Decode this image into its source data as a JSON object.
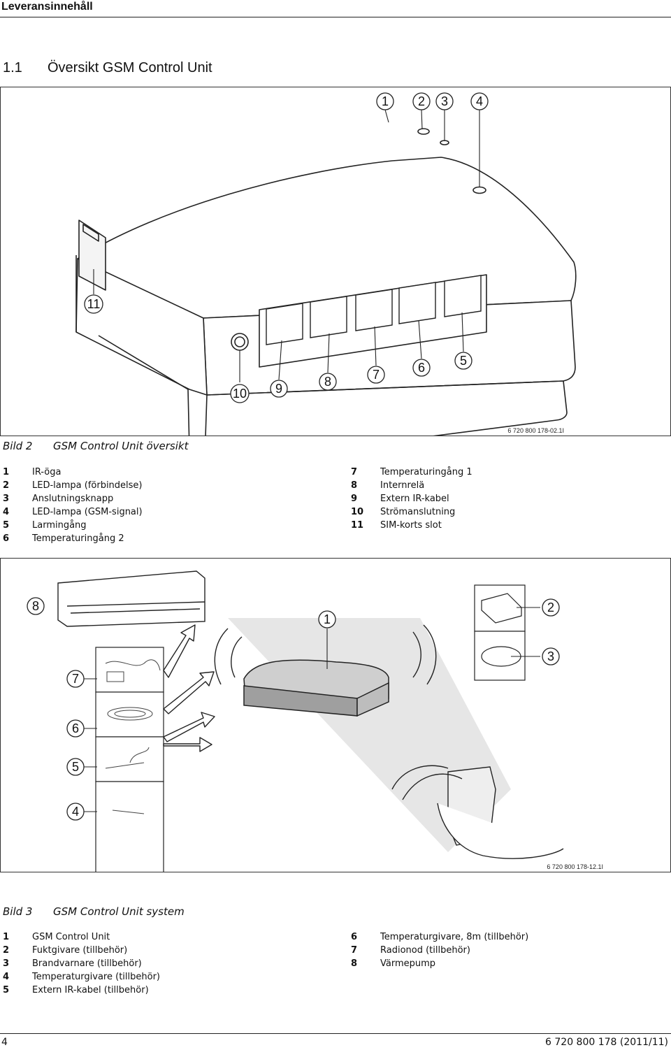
{
  "header": {
    "title": "Leveransinnehåll"
  },
  "section": {
    "number": "1.1",
    "title": "Översikt GSM Control Unit"
  },
  "figure1": {
    "code": "6 720 800 178-02.1I",
    "callouts": [
      "1",
      "2",
      "3",
      "4",
      "5",
      "6",
      "7",
      "8",
      "9",
      "10",
      "11"
    ],
    "caption_label": "Bild 2",
    "caption_text": "GSM Control Unit översikt",
    "legend_left": [
      {
        "n": "1",
        "text": "IR-öga"
      },
      {
        "n": "2",
        "text": "LED-lampa (förbindelse)"
      },
      {
        "n": "3",
        "text": "Anslutningsknapp"
      },
      {
        "n": "4",
        "text": "LED-lampa (GSM-signal)"
      },
      {
        "n": "5",
        "text": "Larmingång"
      },
      {
        "n": "6",
        "text": "Temperaturingång 2"
      }
    ],
    "legend_right": [
      {
        "n": "7",
        "text": "Temperaturingång 1"
      },
      {
        "n": "8",
        "text": "Internrelä"
      },
      {
        "n": "9",
        "text": "Extern IR-kabel"
      },
      {
        "n": "10",
        "text": "Strömanslutning"
      },
      {
        "n": "11",
        "text": "SIM-korts slot"
      }
    ]
  },
  "figure2": {
    "code": "6 720 800 178-12.1I",
    "callouts": [
      "1",
      "2",
      "3",
      "4",
      "5",
      "6",
      "7",
      "8"
    ],
    "caption_label": "Bild 3",
    "caption_text": "GSM Control Unit system",
    "legend_left": [
      {
        "n": "1",
        "text": "GSM Control Unit"
      },
      {
        "n": "2",
        "text": "Fuktgivare (tillbehör)"
      },
      {
        "n": "3",
        "text": "Brandvarnare (tillbehör)"
      },
      {
        "n": "4",
        "text": "Temperaturgivare (tillbehör)"
      },
      {
        "n": "5",
        "text": "Extern IR-kabel (tillbehör)"
      }
    ],
    "legend_right": [
      {
        "n": "6",
        "text": "Temperaturgivare, 8m (tillbehör)"
      },
      {
        "n": "7",
        "text": "Radionod (tillbehör)"
      },
      {
        "n": "8",
        "text": "Värmepump"
      }
    ]
  },
  "footer": {
    "page": "4",
    "doc": "6 720 800 178 (2011/11)"
  }
}
